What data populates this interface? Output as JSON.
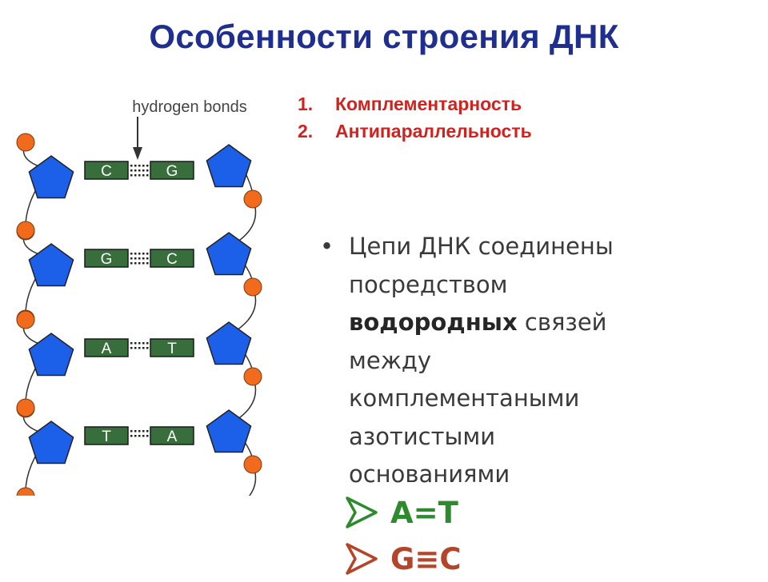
{
  "title": "Особенности строения ДНК",
  "diagram": {
    "label": "hydrogen bonds",
    "pairs": [
      {
        "left": "C",
        "right": "G"
      },
      {
        "left": "G",
        "right": "C"
      },
      {
        "left": "A",
        "right": "T"
      },
      {
        "left": "T",
        "right": "A"
      }
    ],
    "colors": {
      "sugar": "#1c5fe8",
      "phosphate": "#f26b1d",
      "base": "#376e3c"
    }
  },
  "properties": [
    {
      "num": "1.",
      "text": "Комплементарность"
    },
    {
      "num": "2.",
      "text": "Антипараллельность"
    }
  ],
  "paragraph": {
    "bullet": "•",
    "line1": "Цепи ДНК соединены",
    "line2": "посредством",
    "line3_bold": "водородных",
    "line3_rest": " связей",
    "line4": "между",
    "line5": "комплементаными",
    "line6": "азотистыми",
    "line7": "основаниями"
  },
  "base_pairs": [
    {
      "text": "A=T",
      "color": "#2d8a2d"
    },
    {
      "text": "G≡C",
      "color": "#b2452a"
    }
  ]
}
